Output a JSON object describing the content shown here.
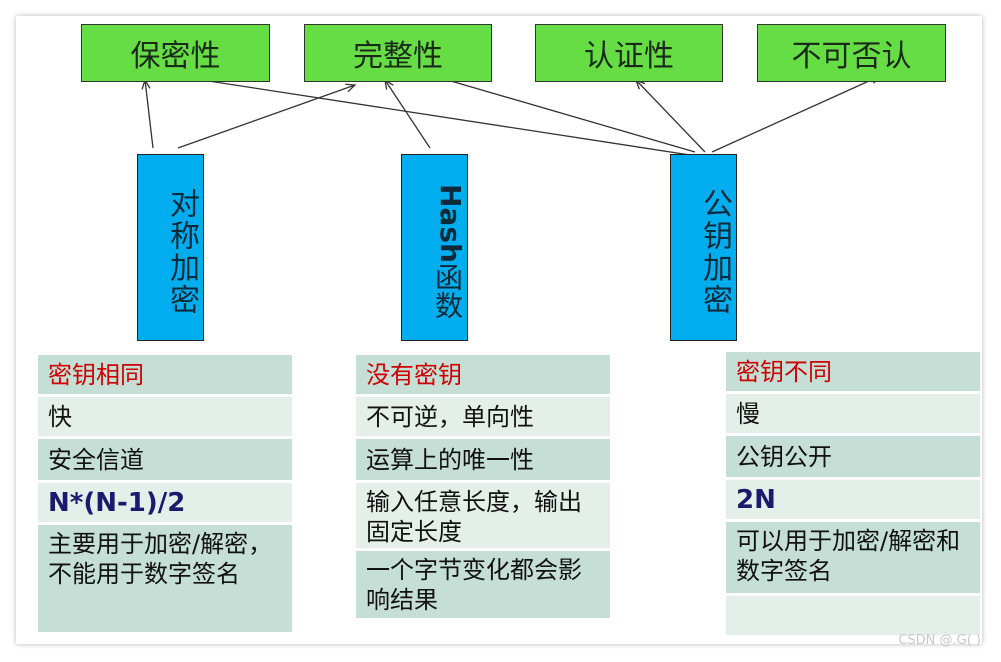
{
  "goals": [
    "保密性",
    "完整性",
    "认证性",
    "不可否认"
  ],
  "methods": {
    "symmetric": "对称加密",
    "hash_latin": "Hash",
    "hash_cjk": "函数",
    "public_key": "公钥加密"
  },
  "tables": {
    "symmetric": [
      "密钥相同",
      "快",
      "安全信道",
      "N*(N-1)/2",
      "主要用于加密/解密，不能用于数字签名"
    ],
    "hash": [
      "没有密钥",
      "不可逆，单向性",
      "运算上的唯一性",
      "输入任意长度，输出固定长度",
      "一个字节变化都会影响结果"
    ],
    "public_key": [
      "密钥不同",
      "慢",
      "公钥公开",
      "2N",
      "可以用于加密/解密和数字签名"
    ]
  },
  "watermark": "CSDN @.G( )",
  "colors": {
    "goal_fill": "#66dd44",
    "method_fill": "#00aeef",
    "row_dark": "#c6dfd6",
    "row_light": "#e4efea",
    "header_text": "#cc0000"
  }
}
